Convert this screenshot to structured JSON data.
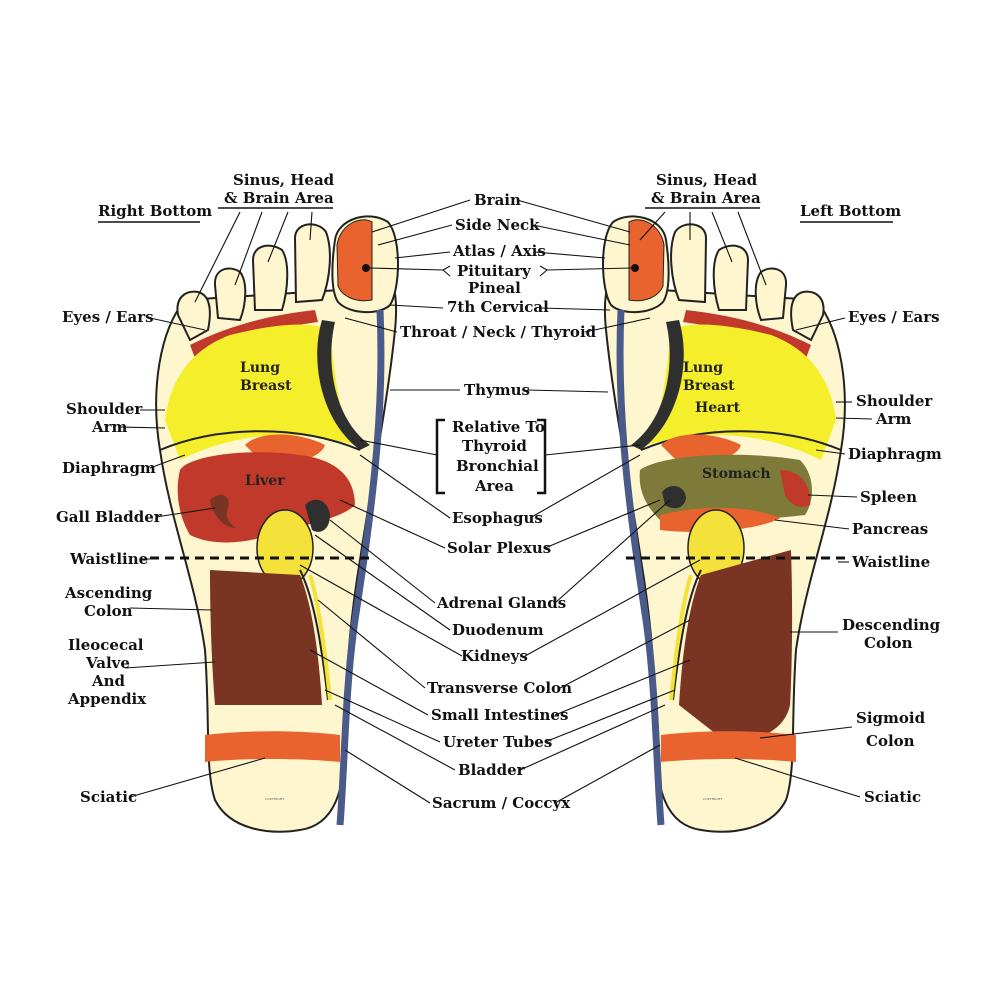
{
  "headings": {
    "right_bottom": "Right Bottom",
    "left_bottom": "Left Bottom",
    "sinus_right": [
      "Sinus, Head",
      "& Brain Area"
    ],
    "sinus_left": [
      "Sinus, Head",
      "& Brain Area"
    ]
  },
  "center_labels": {
    "brain": "Brain",
    "side_neck": "Side Neck",
    "atlas_axis": "Atlas / Axis",
    "pituitary_pineal": [
      "Pituitary",
      "Pineal"
    ],
    "seventh_cervical": "7th Cervical",
    "throat": "Throat / Neck / Thyroid",
    "thymus": "Thymus",
    "relative_thyroid": [
      "Relative To",
      "Thyroid",
      "Bronchial",
      "Area"
    ],
    "esophagus": "Esophagus",
    "solar_plexus": "Solar Plexus",
    "adrenal": "Adrenal Glands",
    "duodenum": "Duodenum",
    "kidneys": "Kidneys",
    "transverse_colon": "Transverse Colon",
    "small_intestines": "Small Intestines",
    "ureter_tubes": "Ureter Tubes",
    "bladder": "Bladder",
    "sacrum": "Sacrum / Coccyx"
  },
  "right_foot_labels": {
    "eyes_ears": "Eyes / Ears",
    "shoulder_arm": [
      "Shoulder",
      "Arm"
    ],
    "diaphragm": "Diaphragm",
    "gall_bladder": "Gall Bladder",
    "waistline": "Waistline",
    "ascending_colon": [
      "Ascending",
      "Colon"
    ],
    "ileocecal": [
      "Ileocecal",
      "Valve",
      "And",
      "Appendix"
    ],
    "sciatic": "Sciatic"
  },
  "left_foot_labels": {
    "eyes_ears": "Eyes / Ears",
    "shoulder_arm": [
      "Shoulder",
      "Arm"
    ],
    "diaphragm": "Diaphragm",
    "spleen": "Spleen",
    "pancreas": "Pancreas",
    "waistline": "Waistline",
    "descending_colon": [
      "Descending",
      "Colon"
    ],
    "sigmoid_colon": [
      "Sigmoid",
      "Colon"
    ],
    "sciatic": "Sciatic"
  },
  "inside_labels": {
    "right_lung": [
      "Lung",
      "Breast"
    ],
    "right_liver": "Liver",
    "left_lung": [
      "Lung",
      "Breast",
      "Heart"
    ],
    "left_stomach": "Stomach"
  },
  "colors": {
    "skin": "#fdf6cf",
    "lung": "#f5ee2a",
    "liver": "#c0392b",
    "orange": "#e8632e",
    "colon": "#7a3424",
    "yellow_organ": "#f4e23a",
    "stomach": "#7d7a3a",
    "spine_blue": "#4a5a8a",
    "dark_band": "#2f2f2f"
  }
}
